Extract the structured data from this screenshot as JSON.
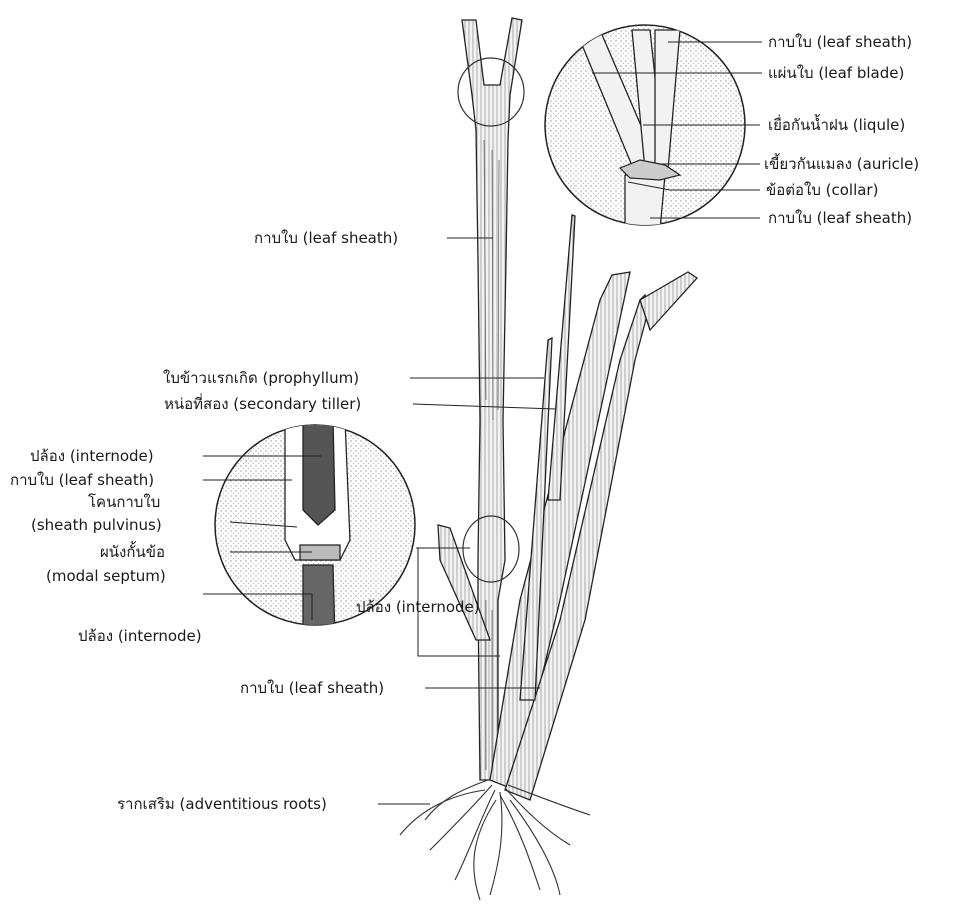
{
  "labels": {
    "top_leaf_sheath": "กาบใบ (leaf sheath)",
    "top_leaf_blade": "แผ่นใบ (leaf blade)",
    "top_ligule": "เยื่อกันน้ำฝน (liqule)",
    "top_auricle": "เขี้ยวกันแมลง (auricle)",
    "top_collar": "ข้อต่อใบ (collar)",
    "top_leaf_sheath_lower": "กาบใบ (leaf sheath)",
    "stem_leaf_sheath": "กาบใบ (leaf sheath)",
    "prophyllum": "ใบข้าวแรกเกิด (prophyllum)",
    "secondary_tiller": "หน่อที่สอง (secondary tiller)",
    "inset_internode_top": "ปล้อง (internode)",
    "inset_leaf_sheath": "กาบใบ (leaf sheath)",
    "inset_pulvinus_thai": "โคนกาบใบ",
    "inset_pulvinus_en": "(sheath pulvinus)",
    "inset_septum_thai": "ผนังกั้นข้อ",
    "inset_septum_en": "(modal septum)",
    "inset_internode_bottom": "ปล้อง (internode)",
    "middle_internode": "ปล้อง (internode)",
    "lower_leaf_sheath": "กาบใบ (leaf sheath)",
    "adventitious_roots": "รากเสริม (adventitious roots)"
  }
}
